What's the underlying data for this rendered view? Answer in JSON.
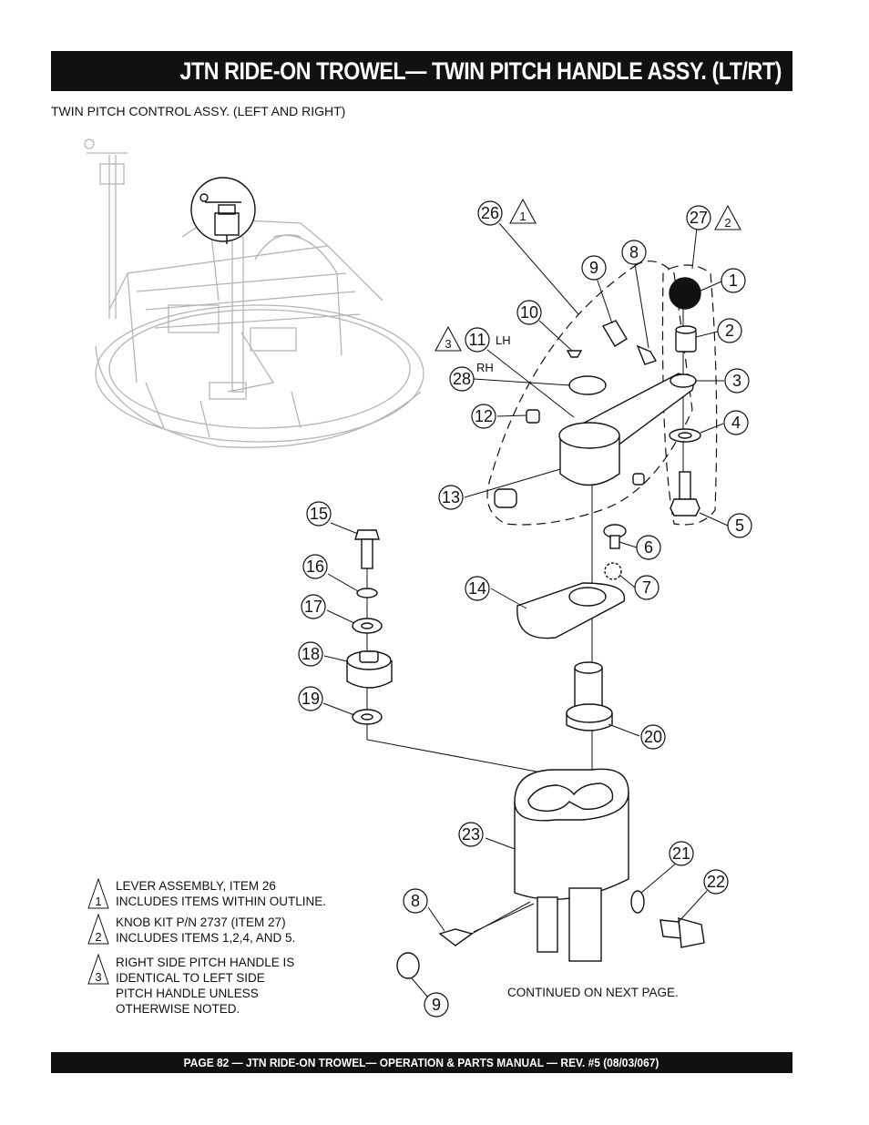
{
  "header": {
    "title": "JTN RIDE-ON TROWEL— TWIN PITCH HANDLE ASSY. (LT/RT)"
  },
  "subtitle": "TWIN PITCH CONTROL  ASSY. (LEFT AND RIGHT)",
  "callouts": {
    "c1": "1",
    "c2": "2",
    "c3": "3",
    "c4": "4",
    "c5": "5",
    "c6": "6",
    "c7": "7",
    "c8": "8",
    "c8b": "8",
    "c9": "9",
    "c9b": "9",
    "c10": "10",
    "c11": "11",
    "c12": "12",
    "c13": "13",
    "c14": "14",
    "c15": "15",
    "c16": "16",
    "c17": "17",
    "c18": "18",
    "c19": "19",
    "c20": "20",
    "c21": "21",
    "c22": "22",
    "c23": "23",
    "c26": "26",
    "c27": "27",
    "c28": "28"
  },
  "triangle_marks": {
    "t26": "1",
    "t27": "2",
    "t11": "3",
    "n1": "1",
    "n2": "2",
    "n3": "3"
  },
  "side_labels": {
    "lh": "LH",
    "rh": "RH"
  },
  "notes": {
    "n1_line1": "LEVER ASSEMBLY, ITEM 26",
    "n1_line2": "INCLUDES ITEMS WITHIN OUTLINE.",
    "n2_line1": "KNOB KIT P/N 2737 (ITEM 27)",
    "n2_line2": "INCLUDES ITEMS 1,2,4, AND 5.",
    "n3_line1": "RIGHT SIDE PITCH HANDLE IS",
    "n3_line2": "IDENTICAL TO LEFT SIDE",
    "n3_line3": "PITCH HANDLE UNLESS",
    "n3_line4": "OTHERWISE NOTED."
  },
  "continued": "CONTINUED ON NEXT PAGE.",
  "footer": {
    "text": "PAGE 82 — JTN RIDE-ON TROWEL—  OPERATION & PARTS MANUAL — REV. #5 (08/03/067)"
  }
}
